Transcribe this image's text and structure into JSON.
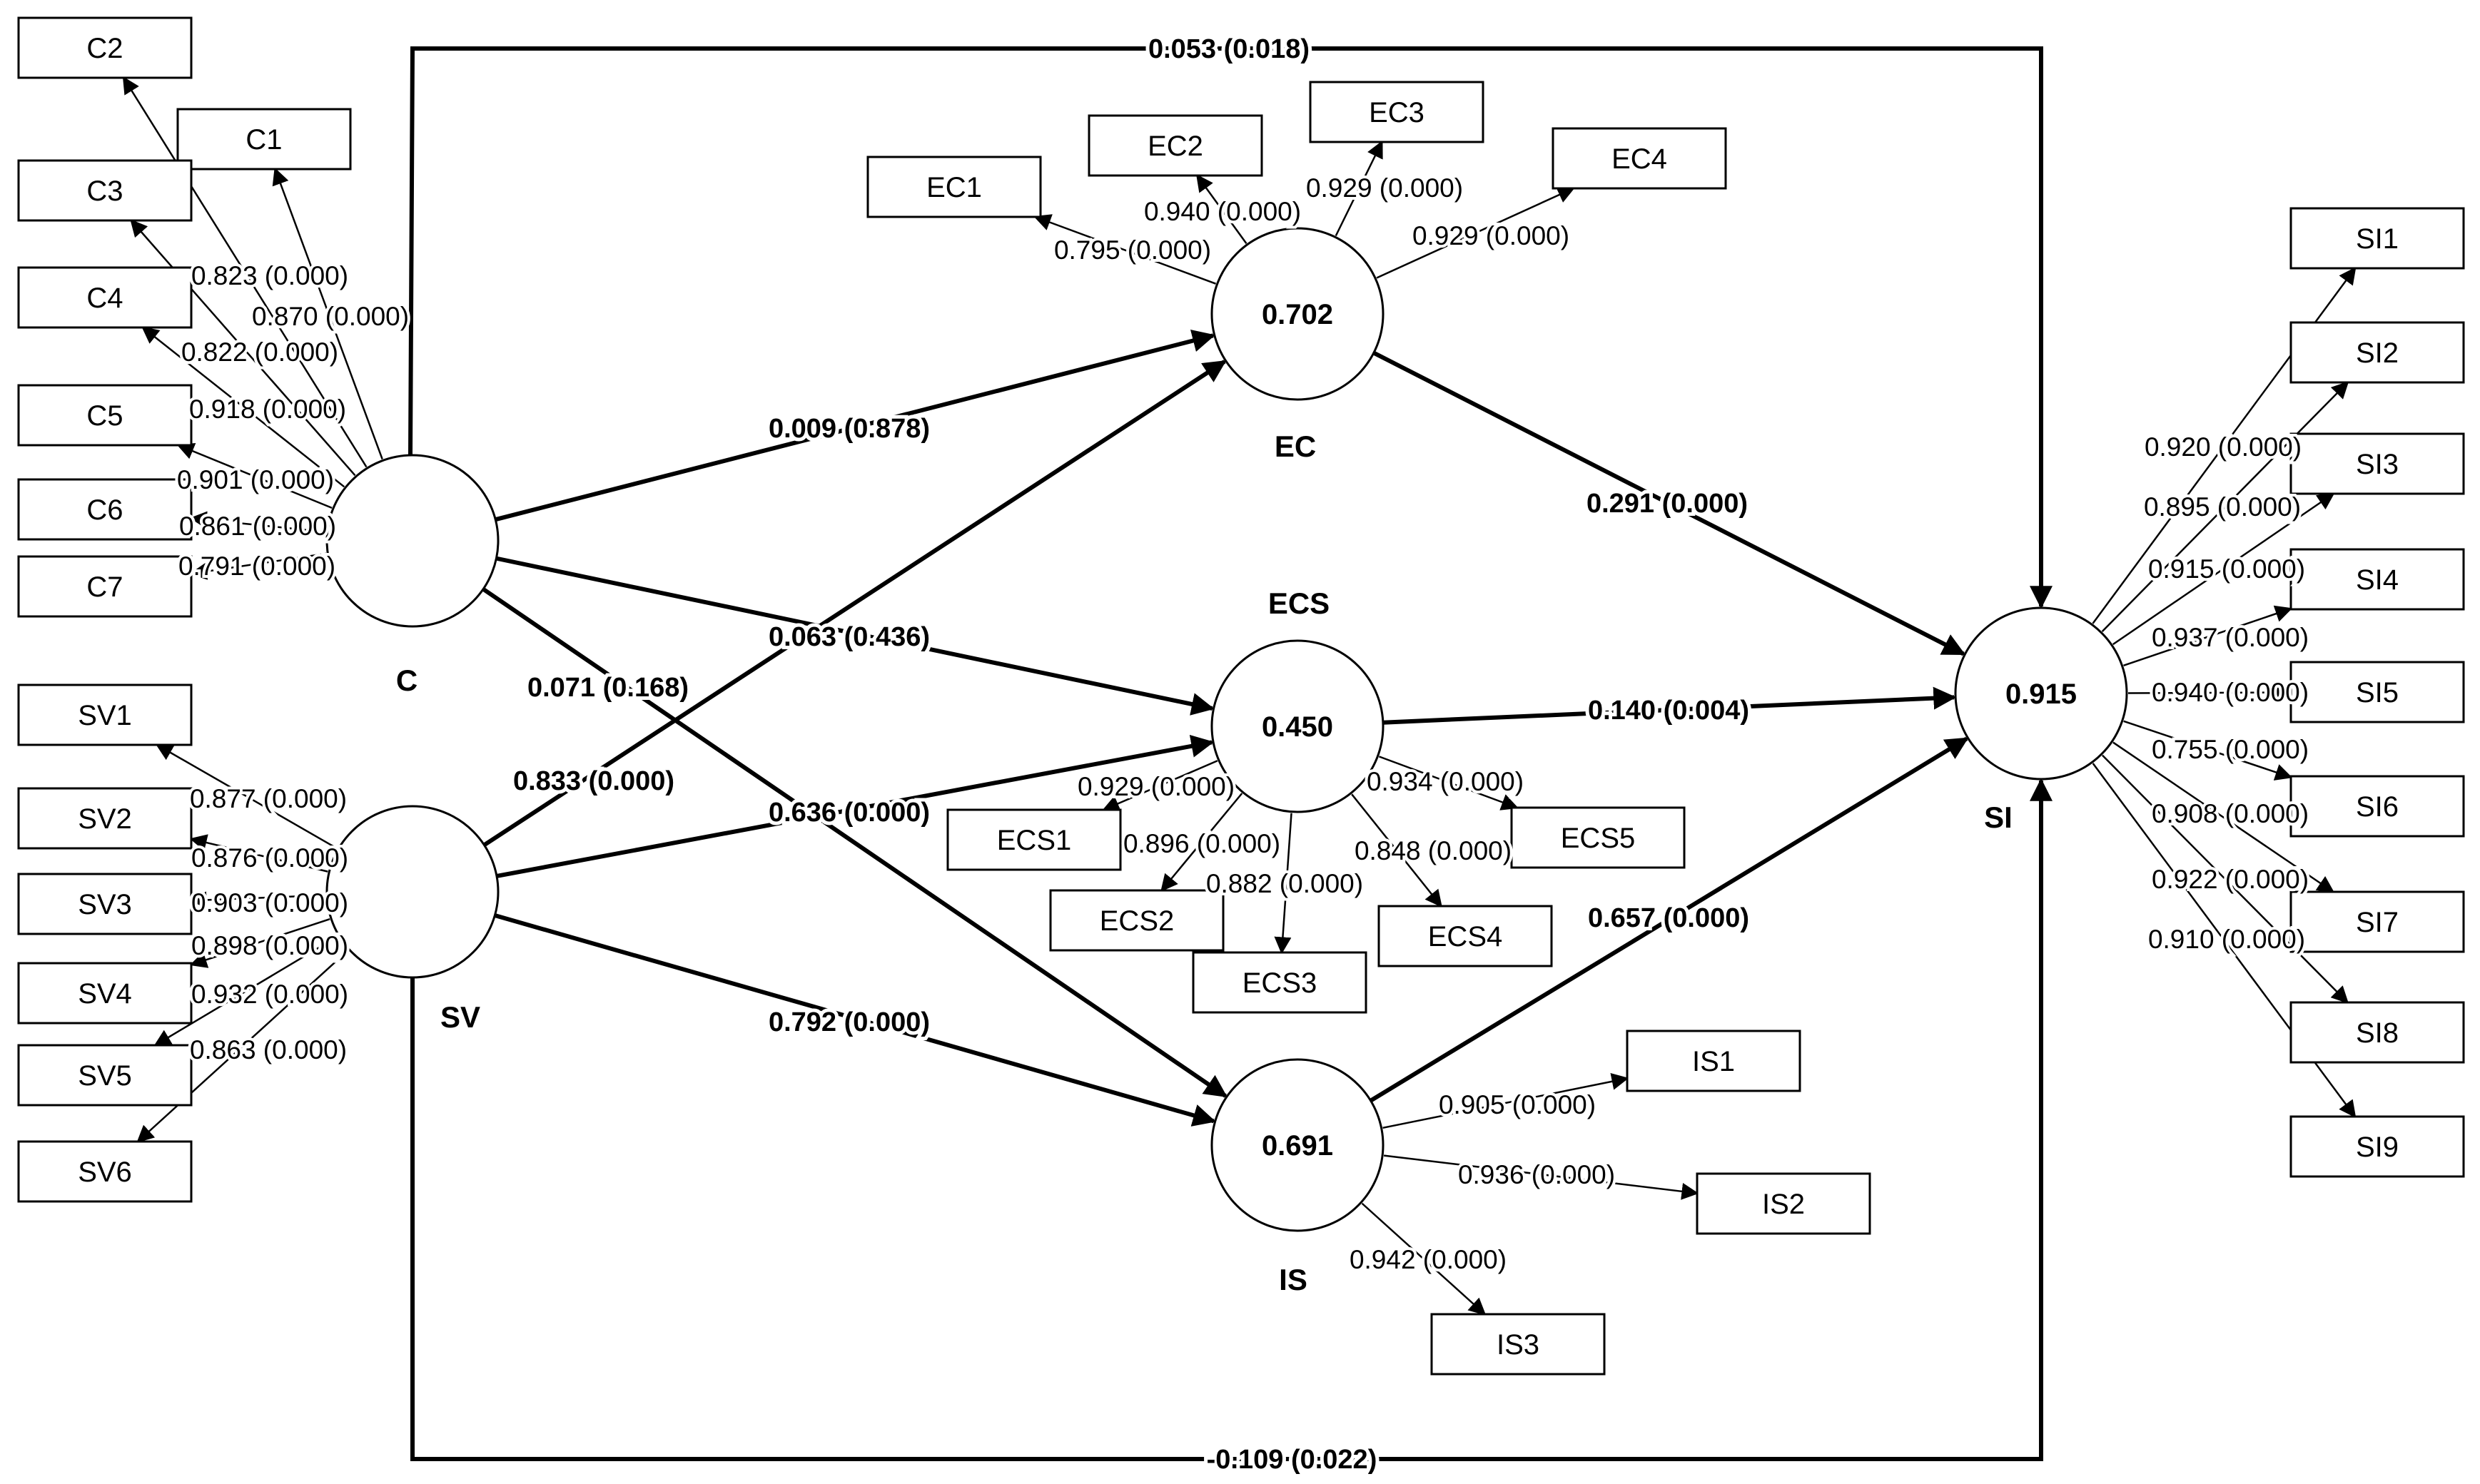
{
  "constructs": [
    {
      "id": "C",
      "name": "C",
      "r2": ""
    },
    {
      "id": "SV",
      "name": "SV",
      "r2": ""
    },
    {
      "id": "EC",
      "name": "EC",
      "r2": "0.702"
    },
    {
      "id": "ECS",
      "name": "ECS",
      "r2": "0.450"
    },
    {
      "id": "IS",
      "name": "IS",
      "r2": "0.691"
    },
    {
      "id": "SI",
      "name": "SI",
      "r2": "0.915"
    }
  ],
  "indicators": [
    {
      "id": "C2",
      "construct": "C",
      "loading": "0.823 (0.000)"
    },
    {
      "id": "C1",
      "construct": "C",
      "loading": "0.870 (0.000)"
    },
    {
      "id": "C3",
      "construct": "C",
      "loading": "0.822 (0.000)"
    },
    {
      "id": "C4",
      "construct": "C",
      "loading": "0.918 (0.000)"
    },
    {
      "id": "C5",
      "construct": "C",
      "loading": "0.901 (0.000)"
    },
    {
      "id": "C6",
      "construct": "C",
      "loading": "0.861 (0.000)"
    },
    {
      "id": "C7",
      "construct": "C",
      "loading": "0.791 (0.000)"
    },
    {
      "id": "SV1",
      "construct": "SV",
      "loading": "0.877 (0.000)"
    },
    {
      "id": "SV2",
      "construct": "SV",
      "loading": "0.876 (0.000)"
    },
    {
      "id": "SV3",
      "construct": "SV",
      "loading": "0.903 (0.000)"
    },
    {
      "id": "SV4",
      "construct": "SV",
      "loading": "0.898 (0.000)"
    },
    {
      "id": "SV5",
      "construct": "SV",
      "loading": "0.932 (0.000)"
    },
    {
      "id": "SV6",
      "construct": "SV",
      "loading": "0.863 (0.000)"
    },
    {
      "id": "EC1",
      "construct": "EC",
      "loading": "0.795 (0.000)"
    },
    {
      "id": "EC2",
      "construct": "EC",
      "loading": "0.940 (0.000)"
    },
    {
      "id": "EC3",
      "construct": "EC",
      "loading": "0.929 (0.000)"
    },
    {
      "id": "EC4",
      "construct": "EC",
      "loading": "0.929 (0.000)"
    },
    {
      "id": "ECS1",
      "construct": "ECS",
      "loading": "0.929 (0.000)"
    },
    {
      "id": "ECS2",
      "construct": "ECS",
      "loading": "0.896 (0.000)"
    },
    {
      "id": "ECS3",
      "construct": "ECS",
      "loading": "0.882 (0.000)"
    },
    {
      "id": "ECS4",
      "construct": "ECS",
      "loading": "0.848 (0.000)"
    },
    {
      "id": "ECS5",
      "construct": "ECS",
      "loading": "0.934 (0.000)"
    },
    {
      "id": "IS1",
      "construct": "IS",
      "loading": "0.905 (0.000)"
    },
    {
      "id": "IS2",
      "construct": "IS",
      "loading": "0.936 (0.000)"
    },
    {
      "id": "IS3",
      "construct": "IS",
      "loading": "0.942 (0.000)"
    },
    {
      "id": "SI1",
      "construct": "SI",
      "loading": "0.920 (0.000)"
    },
    {
      "id": "SI2",
      "construct": "SI",
      "loading": "0.895 (0.000)"
    },
    {
      "id": "SI3",
      "construct": "SI",
      "loading": "0.915 (0.000)"
    },
    {
      "id": "SI4",
      "construct": "SI",
      "loading": "0.937 (0.000)"
    },
    {
      "id": "SI5",
      "construct": "SI",
      "loading": "0.940 (0.000)"
    },
    {
      "id": "SI6",
      "construct": "SI",
      "loading": "0.755 (0.000)"
    },
    {
      "id": "SI7",
      "construct": "SI",
      "loading": "0.908 (0.000)"
    },
    {
      "id": "SI8",
      "construct": "SI",
      "loading": "0.922 (0.000)"
    },
    {
      "id": "SI9",
      "construct": "SI",
      "loading": "0.910 (0.000)"
    }
  ],
  "paths": [
    {
      "from": "C",
      "to": "SI",
      "coef": "0.053 (0.018)"
    },
    {
      "from": "C",
      "to": "EC",
      "coef": "0.009 (0.878)"
    },
    {
      "from": "C",
      "to": "ECS",
      "coef": "0.063 (0.436)"
    },
    {
      "from": "C",
      "to": "IS",
      "coef": "0.071 (0.168)"
    },
    {
      "from": "SV",
      "to": "EC",
      "coef": "0.833 (0.000)"
    },
    {
      "from": "SV",
      "to": "ECS",
      "coef": "0.636 (0.000)"
    },
    {
      "from": "SV",
      "to": "IS",
      "coef": "0.792 (0.000)"
    },
    {
      "from": "SV",
      "to": "SI",
      "coef": "-0.109 (0.022)"
    },
    {
      "from": "EC",
      "to": "SI",
      "coef": "0.291 (0.000)"
    },
    {
      "from": "ECS",
      "to": "SI",
      "coef": "0.140 (0.004)"
    },
    {
      "from": "IS",
      "to": "SI",
      "coef": "0.657 (0.000)"
    }
  ]
}
